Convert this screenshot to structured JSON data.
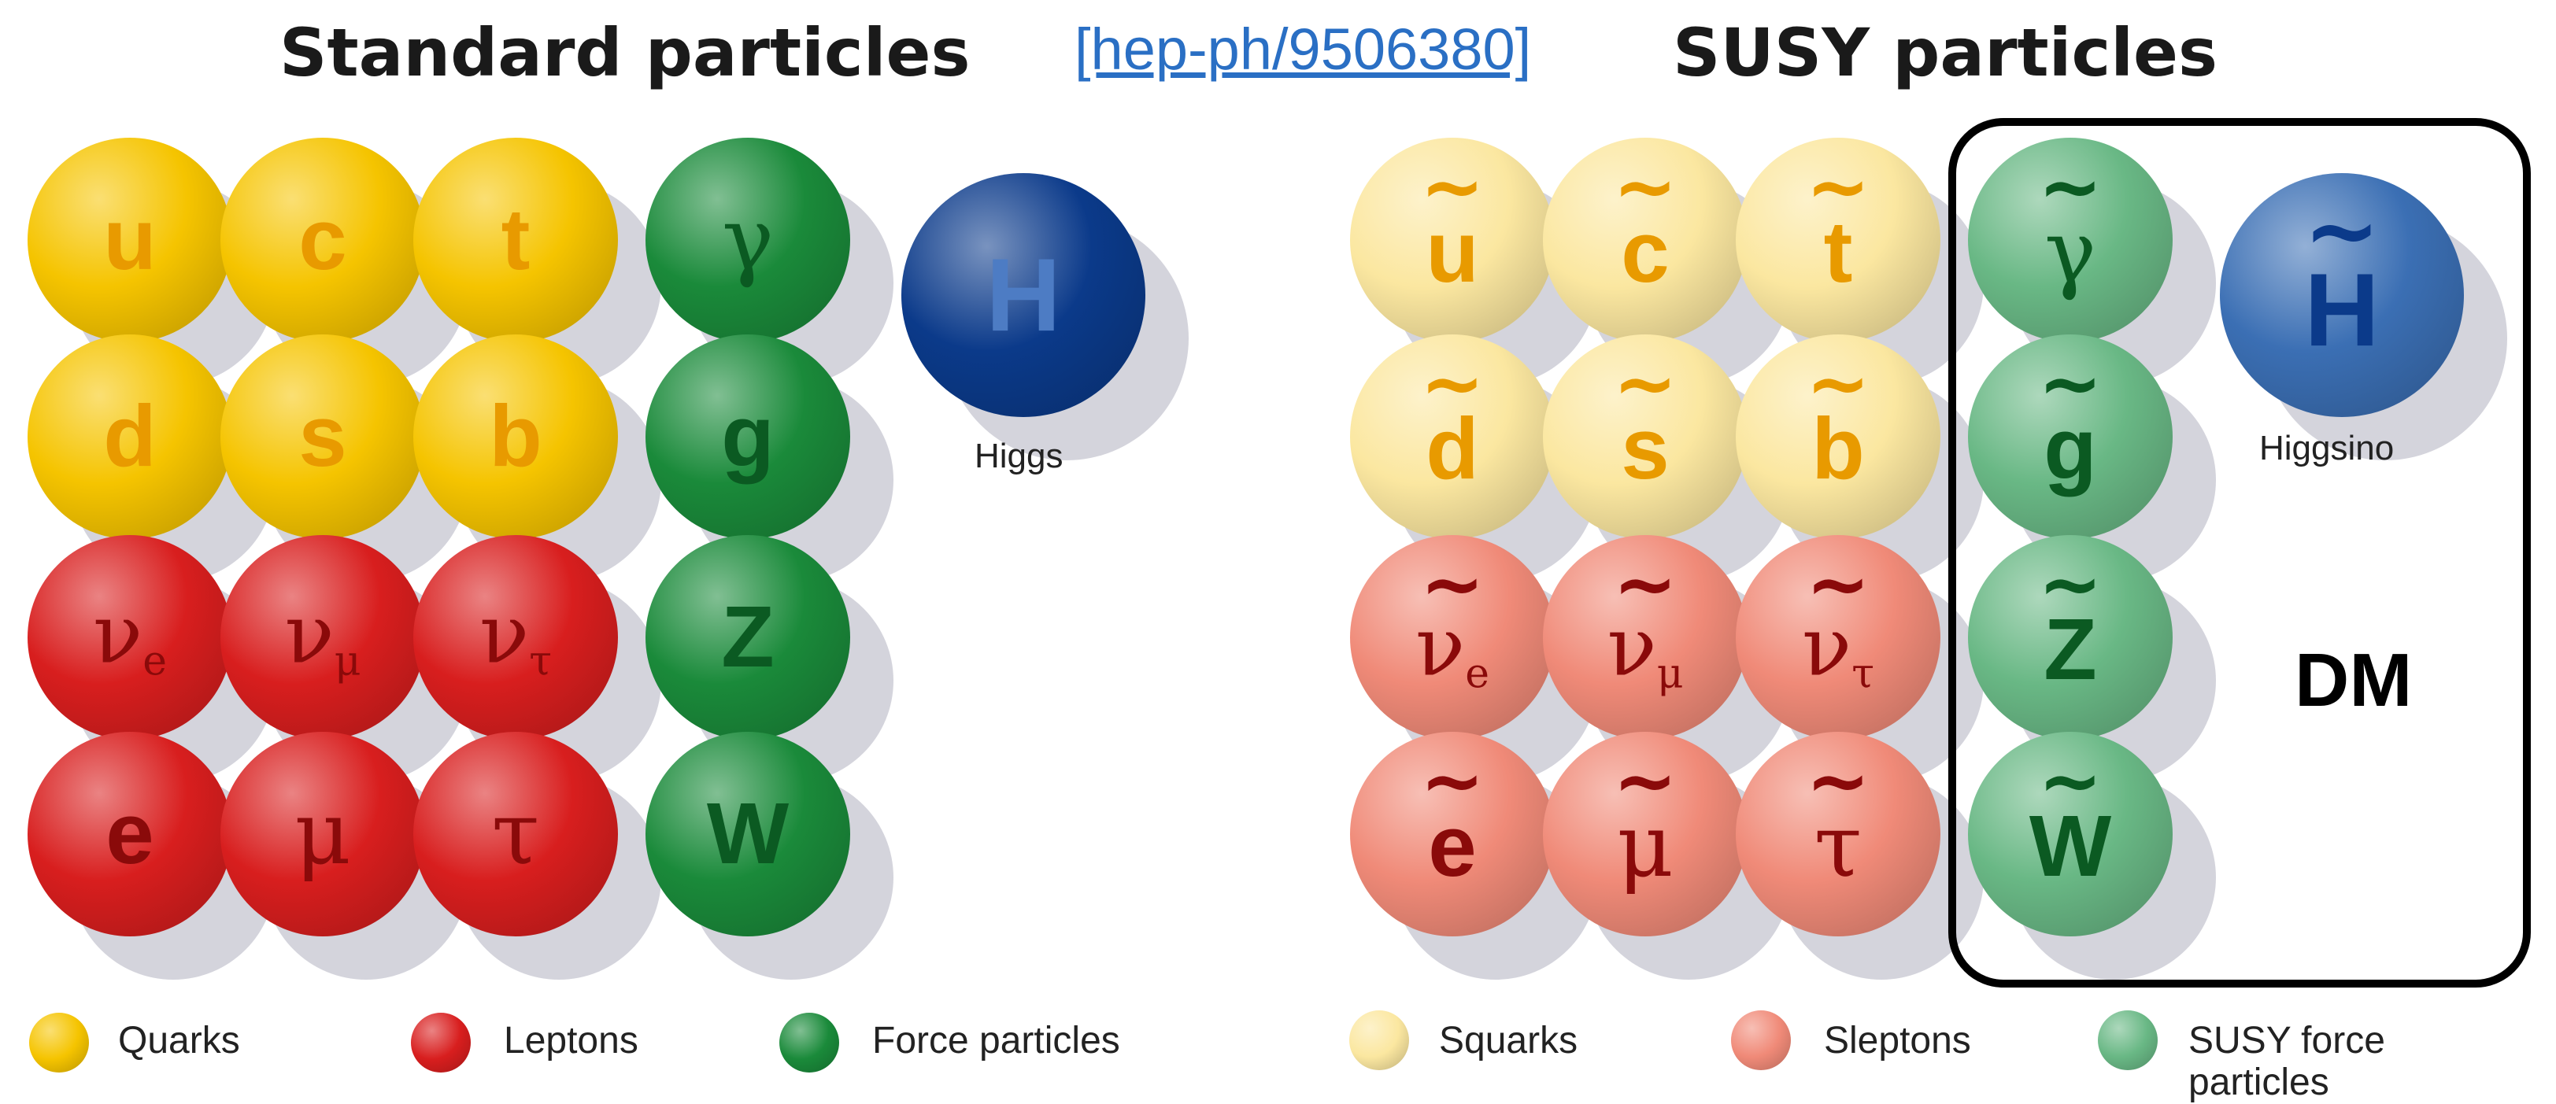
{
  "titles": {
    "standard": "Standard particles",
    "susy": "SUSY particles",
    "reference": "[hep-ph/9506380]"
  },
  "colors": {
    "quark": "#f5c400",
    "lepton": "#d81e1e",
    "force": "#1a8a3a",
    "higgs": "#0b3a8a",
    "squark": "#fbe7a0",
    "slepton": "#f08a78",
    "susy_force": "#69b885",
    "higgsino": "#3b6fb4"
  },
  "standard_grid": {
    "quarks_row1": [
      "u",
      "c",
      "t"
    ],
    "quarks_row2": [
      "d",
      "s",
      "b"
    ],
    "leptons_row1": [
      [
        "ν",
        "e"
      ],
      [
        "ν",
        "μ"
      ],
      [
        "ν",
        "τ"
      ]
    ],
    "leptons_row2": [
      "e",
      "μ",
      "τ"
    ],
    "forces": [
      "γ",
      "g",
      "Z",
      "W"
    ],
    "higgs_symbol": "H",
    "higgs_label": "Higgs"
  },
  "susy_grid": {
    "squarks_row1": [
      "u",
      "c",
      "t"
    ],
    "squarks_row2": [
      "d",
      "s",
      "b"
    ],
    "sleptons_row1": [
      [
        "ν",
        "e"
      ],
      [
        "ν",
        "μ"
      ],
      [
        "ν",
        "τ"
      ]
    ],
    "sleptons_row2": [
      "e",
      "μ",
      "τ"
    ],
    "forces": [
      "γ",
      "g",
      "Z",
      "W"
    ],
    "higgsino_symbol": "H",
    "higgsino_label": "Higgsino",
    "tilde": "~",
    "dm_label": "DM"
  },
  "legend": {
    "quarks": "Quarks",
    "leptons": "Leptons",
    "force": "Force particles",
    "squarks": "Squarks",
    "sleptons": "Sleptons",
    "susy_force": "SUSY force particles"
  }
}
